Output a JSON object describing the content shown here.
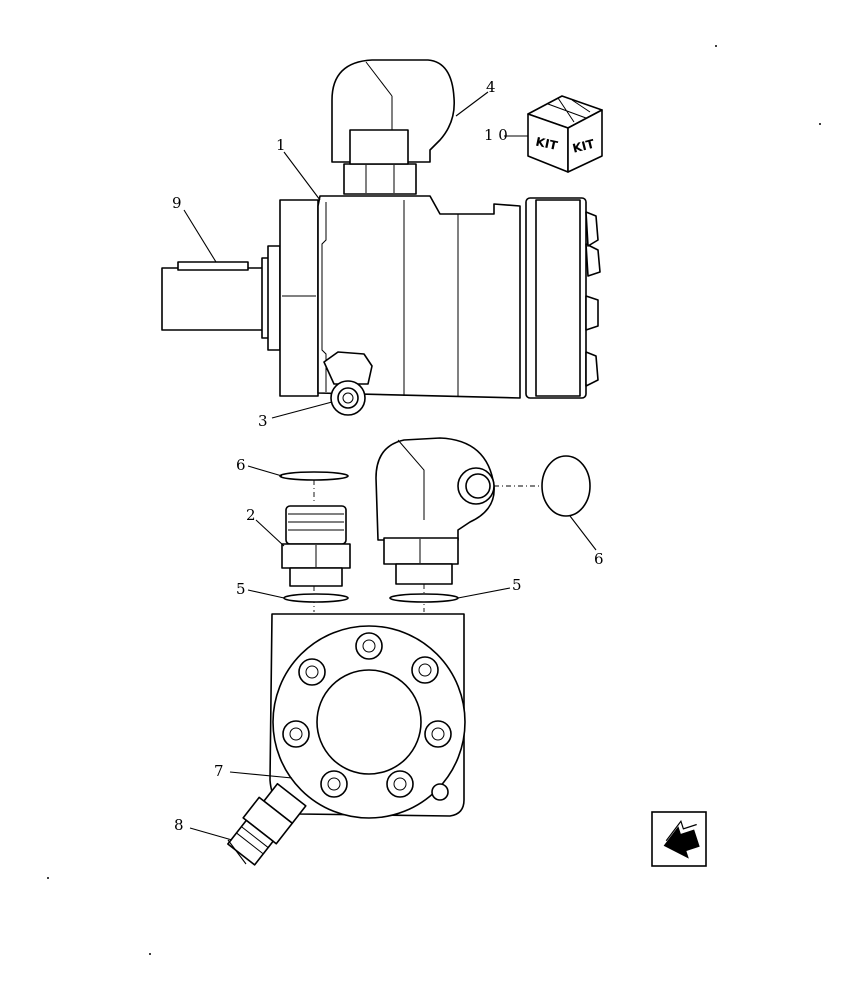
{
  "callouts": [
    {
      "id": "1",
      "text": "1"
    },
    {
      "id": "2",
      "text": "2"
    },
    {
      "id": "3",
      "text": "3"
    },
    {
      "id": "4",
      "text": "4"
    },
    {
      "id": "5a",
      "text": "5"
    },
    {
      "id": "5b",
      "text": "5"
    },
    {
      "id": "6a",
      "text": "6"
    },
    {
      "id": "6b",
      "text": "6"
    },
    {
      "id": "7",
      "text": "7"
    },
    {
      "id": "8",
      "text": "8"
    },
    {
      "id": "9",
      "text": "9"
    },
    {
      "id": "10",
      "text": "1 0"
    }
  ],
  "kit_box": {
    "face_left": "KIT",
    "face_right": "KIT"
  },
  "icons": {
    "nav": "back-arrow-icon"
  }
}
